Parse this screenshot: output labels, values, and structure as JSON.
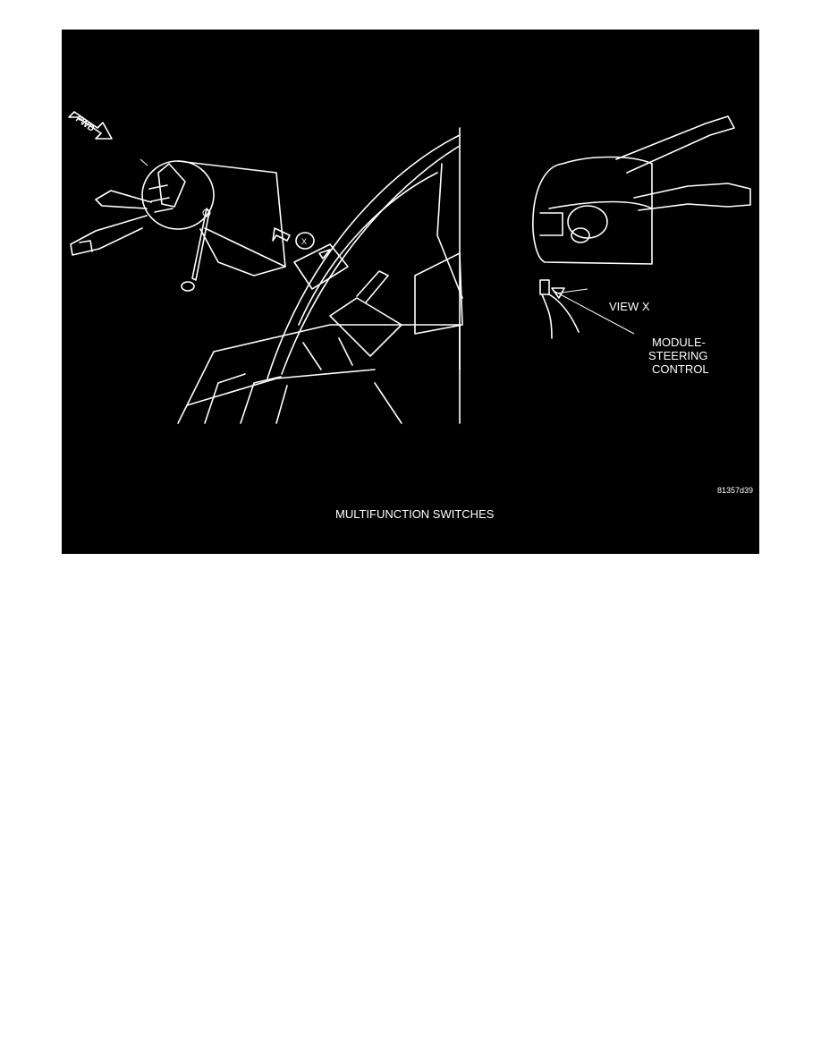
{
  "figure": {
    "fwd_label": "FWD",
    "view_marker": "X",
    "view_label": "VIEW X",
    "callout_line1": "MODULE-",
    "callout_line2": "STEERING",
    "callout_line3": "CONTROL",
    "figure_id": "81357d39",
    "caption": "MULTIFUNCTION SWITCHES",
    "colors": {
      "background": "#000000",
      "lines": "#ffffff",
      "page": "#ffffff"
    }
  }
}
